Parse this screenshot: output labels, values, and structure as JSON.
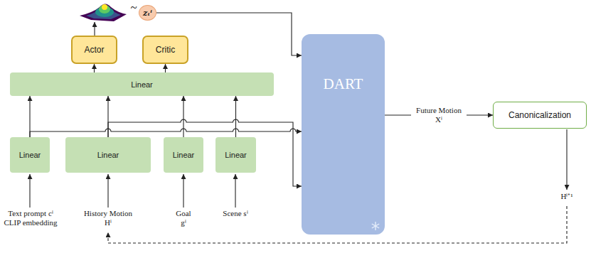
{
  "diagram": {
    "nodes": [
      {
        "text": [
          "zₜⁱ"
        ]
      },
      {
        "text": [
          "Actor"
        ]
      },
      {
        "text": [
          "Critic"
        ]
      },
      {
        "text": [
          "Linear"
        ]
      },
      {
        "text": [
          "Linear"
        ]
      },
      {
        "text": [
          "Linear"
        ]
      },
      {
        "text": [
          "Linear"
        ]
      },
      {
        "text": [
          "Linear"
        ]
      },
      {
        "text": [
          "DART"
        ]
      },
      {
        "text": [
          "Canonicalization"
        ]
      }
    ],
    "edges": [
      {
        "from": 4,
        "to": 3,
        "arrow": "to"
      },
      {
        "from": 5,
        "to": 3,
        "arrow": "to"
      },
      {
        "from": 6,
        "to": 3,
        "arrow": "to"
      },
      {
        "from": 7,
        "to": 3,
        "arrow": "to"
      },
      {
        "from": 3,
        "to": 1,
        "arrow": "to"
      },
      {
        "from": 3,
        "to": 2,
        "arrow": "to"
      },
      {
        "from": 0,
        "to": 8,
        "arrow": "to"
      },
      {
        "from": 4,
        "to": 8,
        "arrow": "to"
      },
      {
        "from": 5,
        "to": 8,
        "arrow": "to"
      },
      {
        "from": 8,
        "to": 9,
        "label": "Future Motion Xⁱ",
        "arrow": "to"
      }
    ],
    "labels": [
      "~",
      "Text prompt cⁱ CLIP embedding",
      "History Motion Hⁱ",
      "Goal gⁱ",
      "Scene sⁱ",
      "Hⁱ⁺¹"
    ]
  }
}
